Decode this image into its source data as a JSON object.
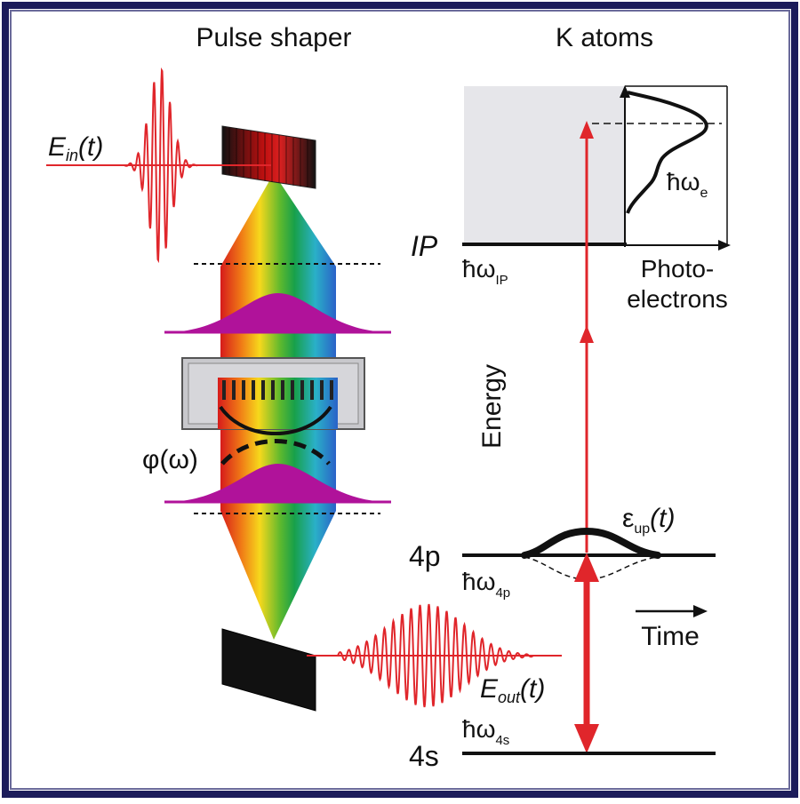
{
  "headings": {
    "pulse_shaper": "Pulse shaper",
    "k_atoms": "K atoms"
  },
  "fields": {
    "e_in": {
      "main": "E",
      "sub": "in",
      "arg": "(t)"
    },
    "e_out": {
      "main": "E",
      "sub": "out",
      "arg": "(t)"
    },
    "phase": "φ(ω)"
  },
  "levels": {
    "ip": {
      "label": "IP",
      "energy_main": "ħω",
      "energy_sub": "IP"
    },
    "p4": {
      "label": "4p",
      "energy_main": "ħω",
      "energy_sub": "4p"
    },
    "s4": {
      "label": "4s",
      "energy_main": "ħω",
      "energy_sub": "4s"
    }
  },
  "axis": {
    "energy": "Energy",
    "time": "Time"
  },
  "photoelectron": {
    "label_line1": "Photo-",
    "label_line2": "electrons",
    "energy_main": "ħω",
    "energy_sub": "e"
  },
  "upper_state": {
    "main": "ε",
    "sub": "up",
    "arg": "(t)"
  },
  "colors": {
    "pulse_red": "#e0262b",
    "gaussian_magenta": "#b0129a",
    "continuum_grey": "#e6e6ea",
    "frame_navy": "#1c1c5a"
  }
}
